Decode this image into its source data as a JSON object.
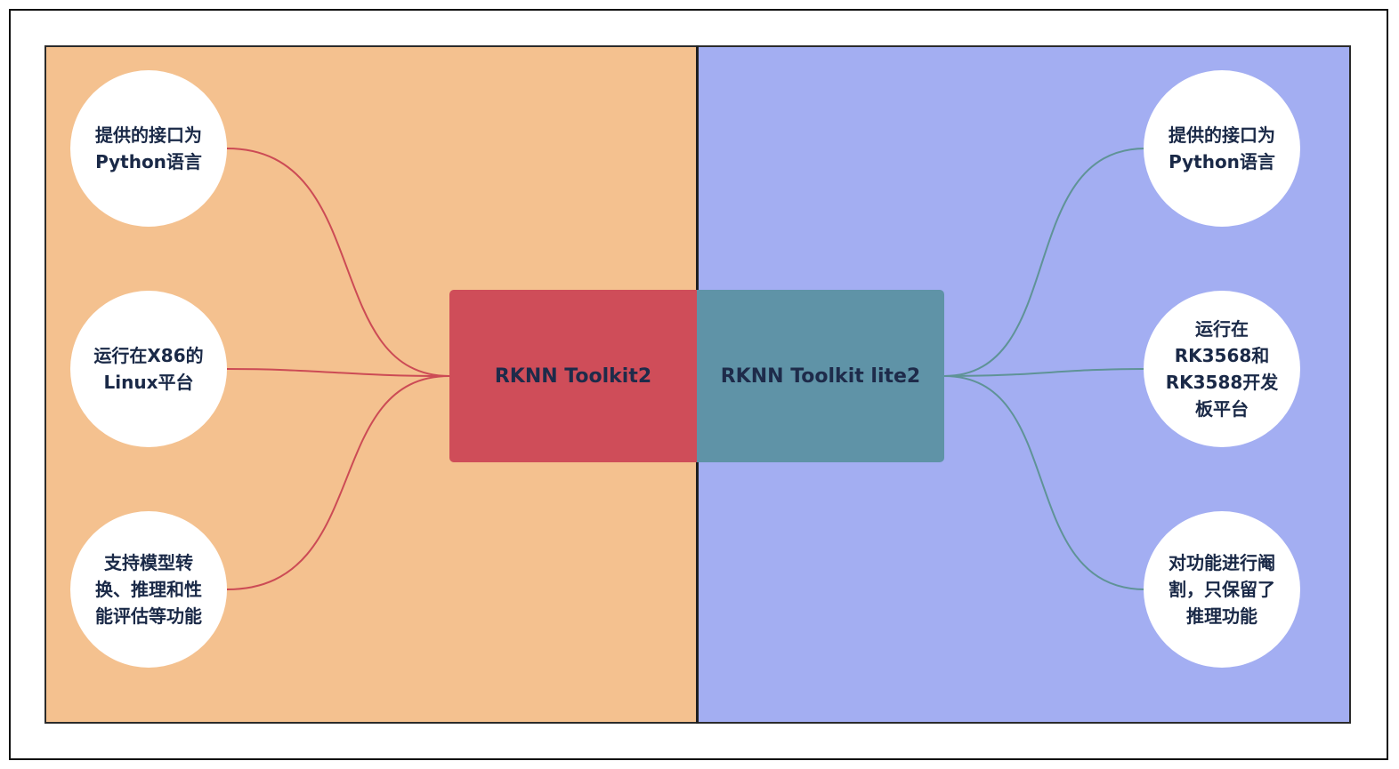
{
  "colors": {
    "left_panel_bg": "#f4c18f",
    "right_panel_bg": "#a3aef2",
    "left_center_bg": "#cf4d59",
    "right_center_bg": "#5f93a7",
    "left_connector": "#cc4b55",
    "right_connector": "#5f9397"
  },
  "left": {
    "center_label": "RKNN Toolkit2",
    "leaves": [
      {
        "text": "提供的接口为\nPython语言"
      },
      {
        "text": "运行在X86的\nLinux平台"
      },
      {
        "text": "支持模型转\n换、推理和性\n能评估等功能"
      }
    ]
  },
  "right": {
    "center_label": "RKNN Toolkit lite2",
    "leaves": [
      {
        "text": "提供的接口为\nPython语言"
      },
      {
        "text": "运行在\nRK3568和\nRK3588开发\n板平台"
      },
      {
        "text": "对功能进行阉\n割，只保留了\n推理功能"
      }
    ]
  }
}
